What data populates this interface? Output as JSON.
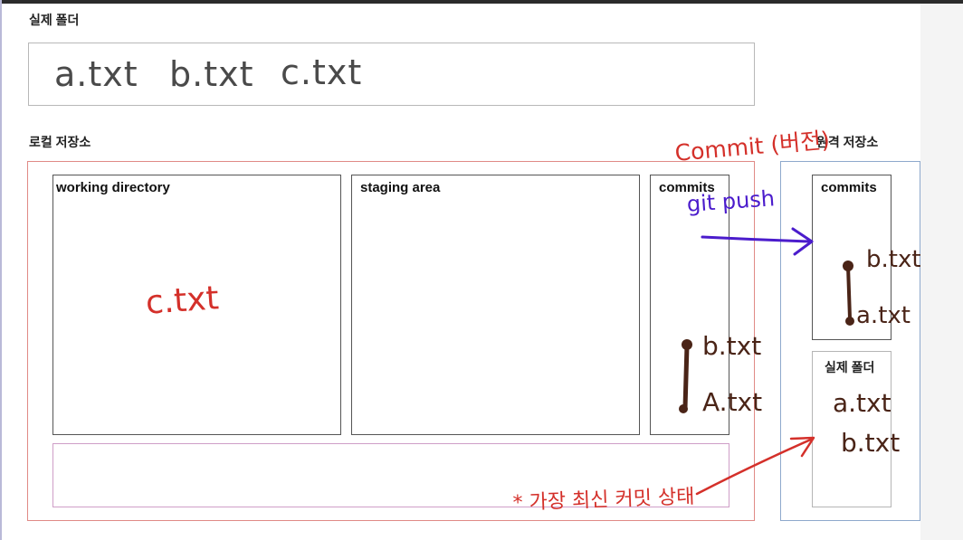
{
  "real_folder_top": {
    "heading": "실제 폴더",
    "files": [
      "a.txt",
      "b.txt",
      "c.txt"
    ]
  },
  "local_repo": {
    "heading": "로컬 저장소",
    "working_directory": {
      "title": "working directory",
      "files": [
        "c.txt"
      ]
    },
    "staging_area": {
      "title": "staging area"
    },
    "commits": {
      "title": "commits",
      "commit_files": [
        "b.txt",
        "A.txt"
      ]
    }
  },
  "remote_repo": {
    "heading": "원격 저장소",
    "commits": {
      "title": "commits",
      "commit_files": [
        "b.txt",
        "a.txt"
      ]
    },
    "real_folder": {
      "title": "실제 폴더",
      "files": [
        "a.txt",
        "b.txt"
      ]
    }
  },
  "annotations": {
    "commit_version": "Commit (버전)",
    "git_push": "git push",
    "latest_commit_state": "* 가장 최신 커밋 상태"
  },
  "colors": {
    "local_border": "#e08a86",
    "remote_border": "#8ea9cc",
    "red_ink": "#d4302a",
    "purple_ink": "#4b1ccc",
    "brown_ink": "#4a2417",
    "dark_ink": "#4a4a4a"
  }
}
